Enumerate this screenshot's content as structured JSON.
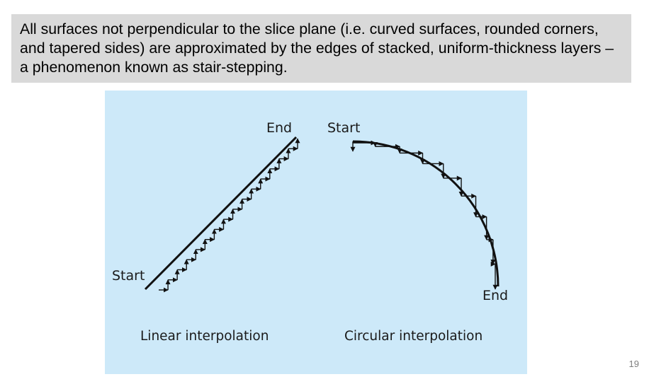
{
  "slide": {
    "callout_text": "All surfaces not perpendicular to the slice plane (i.e. curved surfaces, rounded corners, and tapered sides) are approximated by the edges of stacked, uniform-thickness layers – a phenomenon known as stair-stepping.",
    "page_number": "19"
  },
  "figure": {
    "background": "#cde9f9",
    "line_color": "#111111",
    "linear": {
      "start_label": "Start",
      "end_label": "End",
      "caption": "Linear interpolation"
    },
    "circular": {
      "start_label": "Start",
      "end_label": "End",
      "caption": "Circular interpolation"
    }
  }
}
